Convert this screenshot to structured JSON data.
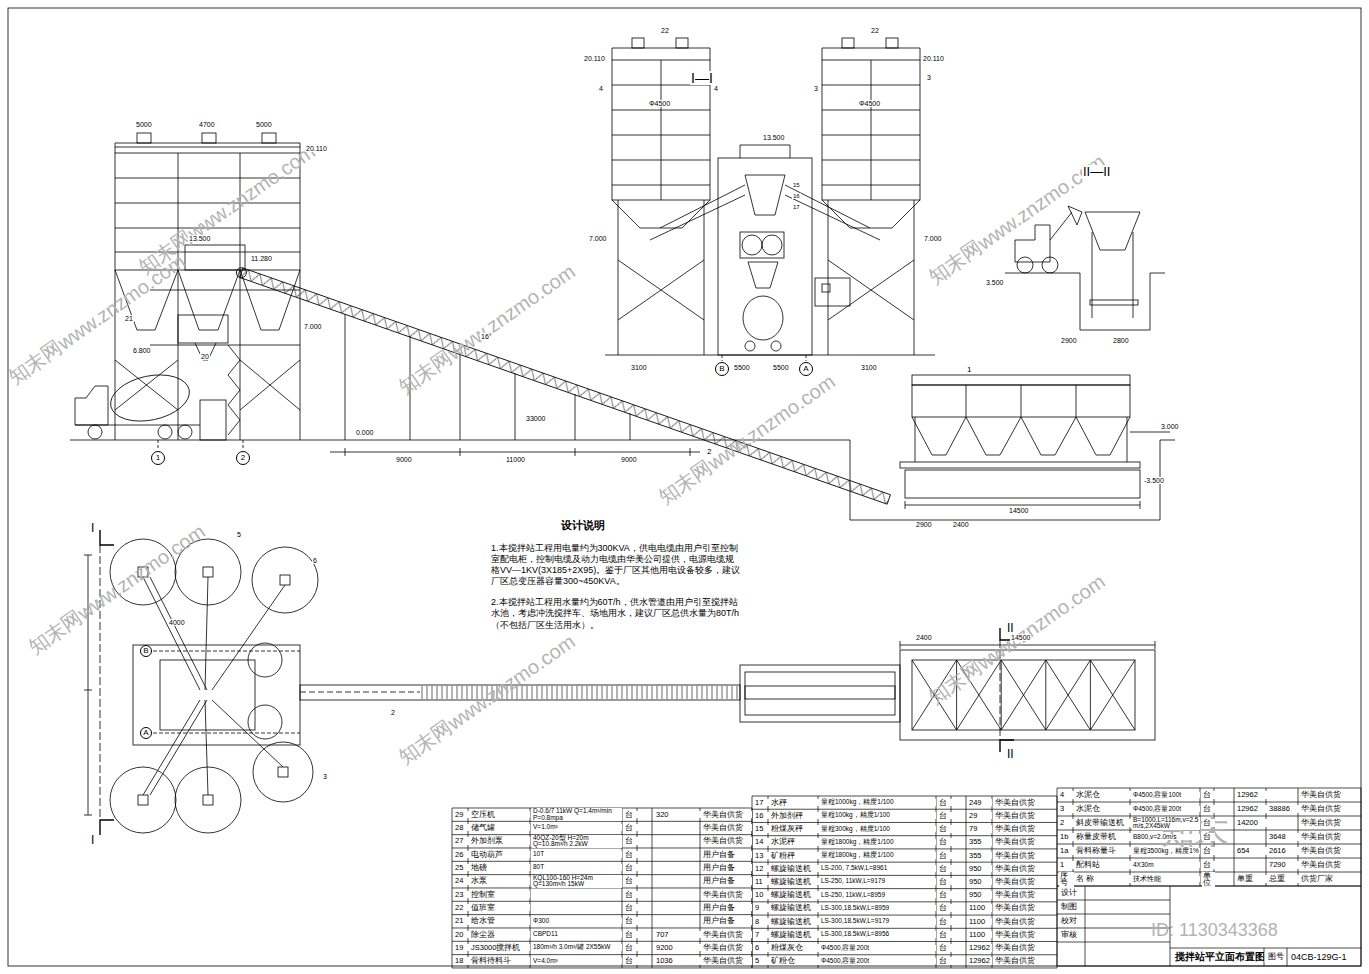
{
  "diagram": {
    "title": "搅拌站平立面布置图",
    "nodes": [
      {
        "text": [
          "1"
        ]
      },
      {
        "text": [
          "2"
        ]
      },
      {
        "text": [
          "B"
        ]
      },
      {
        "text": [
          "A"
        ]
      },
      {
        "text": [
          "B"
        ]
      },
      {
        "text": [
          "A"
        ]
      }
    ],
    "labels": [
      "知末网www.znzmo.com",
      "知末网www.znzmo.com",
      "知末网www.znzmo.com",
      "知末网www.znzmo.com",
      "知末网www.znzmo.com",
      "知末网www.znzmo.com",
      "知末网www.znzmo.com",
      "知末网www.znzmo.com",
      "知末",
      "ID: 1130343368",
      "I—I",
      "II—II",
      "I",
      "I",
      "II",
      "II",
      "5000",
      "4700",
      "5000",
      "20.110",
      "13.500",
      "11.280",
      "7.000",
      "6.800",
      "0.000",
      "21",
      "20",
      "2",
      "1",
      "9000",
      "11000",
      "9000",
      "33000",
      "16°",
      "3.000",
      "-3.500",
      "14500",
      "2900",
      "2400",
      "20.110",
      "20.110",
      "Φ4500",
      "Φ4500",
      "4",
      "4",
      "3",
      "3",
      "22",
      "22",
      "13.500",
      "7.000",
      "7.000",
      "3100",
      "5500",
      "5500",
      "3100",
      "15",
      "16",
      "17",
      "3.500",
      "2900",
      "2800",
      "设计说明",
      "1.本搅拌站工程用电量约为300KVA，供电电缆由用户引至控制室配电柜，控制电缆及动力电缆由华美公司提供，电源电缆规格VV—1KV(3X185+2X95)。鉴于厂区其他用电设备较多，建议厂区总变压器容量300~450KVA。",
      "2.本搅拌站工程用水量约为60T/h，供水管道由用户引至搅拌站水池，考虑冲洗搅拌车、场地用水，建议厂区总供水量为80T/h（不包括厂区生活用水）。",
      "5",
      "6",
      "3",
      "4000",
      "2",
      "14500",
      "2400",
      "29",
      "空压机",
      "D-0.6/7 11kW Q=1.4m³/min P=0.8mpa",
      "台",
      "320",
      "华美自供货",
      "28",
      "储气罐",
      "V=1.0m³",
      "台",
      "华美自供货",
      "27",
      "外加剂泵",
      "40QZ-20型 H=20m Q=10.8m³/h 2.2kW",
      "台",
      "华美自供货",
      "26",
      "电动葫芦",
      "10T",
      "台",
      "用户自备",
      "25",
      "地磅",
      "80T",
      "台",
      "用户自备",
      "24",
      "水泵",
      "KQL100-160 H=24m Q=130m³/h 15kW",
      "台",
      "用户自备",
      "23",
      "控制室",
      "台",
      "华美自供货",
      "22",
      "值班室",
      "台",
      "用户自备",
      "21",
      "给水管",
      "Φ300",
      "台",
      "用户自备",
      "20",
      "除尘器",
      "CBPD11",
      "台",
      "707",
      "华美自供货",
      "19",
      "JS3000搅拌机",
      "180m³/h 3.0m³/罐 2X55kW",
      "台",
      "9200",
      "华美自供货",
      "18",
      "骨料待料斗",
      "V=4.0m³",
      "台",
      "1036",
      "华美自供货",
      "17",
      "水秤",
      "量程1000kg，精度1/100",
      "台",
      "249",
      "华美自供货",
      "16",
      "外加剂秤",
      "量程100kg，精度1/100",
      "台",
      "29",
      "华美自供货",
      "15",
      "粉煤灰秤",
      "量程300kg，精度1/100",
      "台",
      "79",
      "华美自供货",
      "14",
      "水泥秤",
      "量程1800kg，精度1/100",
      "台",
      "355",
      "华美自供货",
      "13",
      "矿粉秤",
      "量程1800kg，精度1/100",
      "台",
      "355",
      "华美自供货",
      "12",
      "螺旋输送机",
      "LS-200, 7.5kW,L=8961",
      "台",
      "950",
      "华美自供货",
      "11",
      "螺旋输送机",
      "LS-250, 11kW,L=9179",
      "台",
      "950",
      "华美自供货",
      "10",
      "螺旋输送机",
      "LS-250, 11kW,L=8959",
      "台",
      "950",
      "华美自供货",
      "9",
      "螺旋输送机",
      "LS-300,18.5kW,L=8959",
      "台",
      "1100",
      "华美自供货",
      "8",
      "螺旋输送机",
      "LS-300,18.5kW,L=9179",
      "台",
      "1100",
      "华美自供货",
      "7",
      "螺旋输送机",
      "LS-300,18.5kW,L=8956",
      "台",
      "1100",
      "华美自供货",
      "6",
      "粉煤灰仓",
      "Φ4500,容量200t",
      "台",
      "12962",
      "华美自供货",
      "5",
      "矿粉仓",
      "Φ4500,容量200t",
      "台",
      "12962",
      "华美自供货",
      "4",
      "水泥仓",
      "Φ4500,容量100t",
      "台",
      "12962",
      "华美自供货",
      "3",
      "水泥仓",
      "Φ4500,容量200t",
      "台",
      "12962",
      "38886",
      "华美自供货",
      "2",
      "斜皮带输送机",
      "B=1000,L=116m,v=2.5m/s,2X45kW",
      "台",
      "14200",
      "华美自供货",
      "1b",
      "称量皮带机",
      "B800,v=2.0m/s",
      "台",
      "3648",
      "华美自供货",
      "1a",
      "骨料称量斗",
      "量程3500kg，精度1%",
      "台",
      "654",
      "2616",
      "华美自供货",
      "1",
      "配料站",
      "4X30m",
      "台",
      "7290",
      "华美自供货",
      "序号",
      "名 称",
      "技术性能",
      "单位",
      "单重",
      "总重",
      "供货厂家",
      "设计",
      "制图",
      "校对",
      "审核",
      "图号",
      "04CB-129G-1"
    ]
  }
}
